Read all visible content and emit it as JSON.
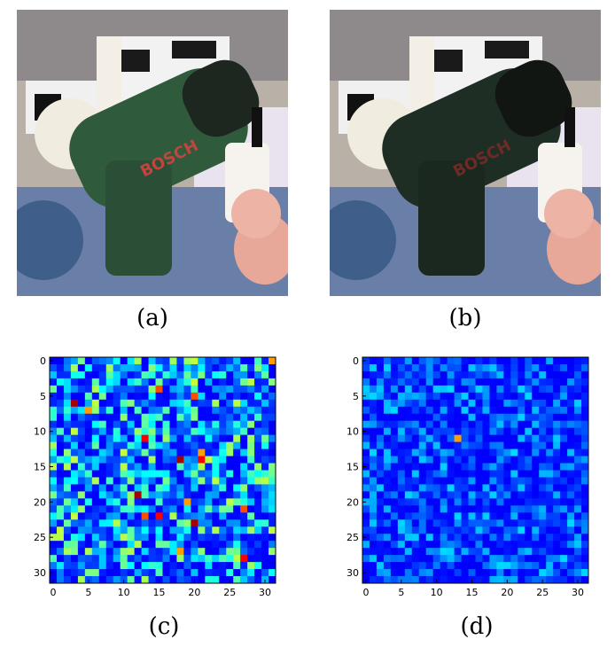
{
  "panels": [
    {
      "id": "a",
      "caption": "(a)"
    },
    {
      "id": "b",
      "caption": "(b)"
    },
    {
      "id": "c",
      "caption": "(c)"
    },
    {
      "id": "d",
      "caption": "(d)"
    }
  ],
  "photo_a": {
    "logo_text": "BOSCH"
  },
  "photo_b": {
    "logo_text": "BOSCH"
  },
  "chart_data": [
    {
      "type": "heatmap",
      "grid_size": 32,
      "x_ticks": [
        0,
        5,
        10,
        15,
        20,
        25,
        30
      ],
      "y_ticks": [
        0,
        5,
        10,
        15,
        20,
        25,
        30
      ],
      "colormap": "jet",
      "hot_cells": [
        [
          0,
          31
        ],
        [
          4,
          15
        ],
        [
          11,
          13
        ],
        [
          14,
          18
        ],
        [
          13,
          21
        ],
        [
          22,
          13
        ],
        [
          22,
          15
        ],
        [
          23,
          20
        ],
        [
          27,
          18
        ],
        [
          5,
          20
        ],
        [
          14,
          21
        ],
        [
          19,
          12
        ],
        [
          20,
          19
        ],
        [
          21,
          27
        ],
        [
          28,
          27
        ],
        [
          6,
          3
        ],
        [
          7,
          5
        ]
      ]
    },
    {
      "type": "heatmap",
      "grid_size": 32,
      "x_ticks": [
        0,
        5,
        10,
        15,
        20,
        25,
        30
      ],
      "y_ticks": [
        0,
        5,
        10,
        15,
        20,
        25,
        30
      ],
      "colormap": "jet",
      "hot_cells": [
        [
          11,
          13
        ]
      ]
    }
  ]
}
